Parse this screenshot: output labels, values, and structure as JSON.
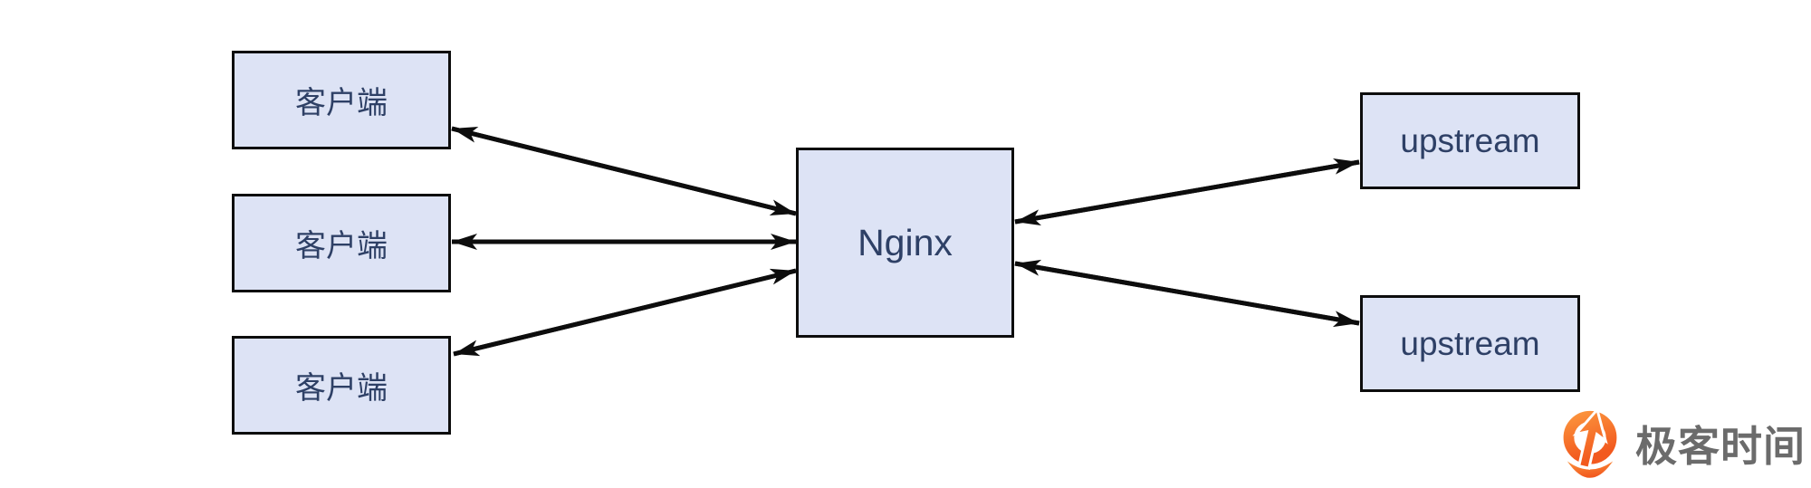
{
  "diagram": {
    "title_hint": "Nginx load balancing between clients and upstream servers",
    "nodes": {
      "client1": {
        "label": "客户端"
      },
      "client2": {
        "label": "客户端"
      },
      "client3": {
        "label": "客户端"
      },
      "nginx": {
        "label": "Nginx"
      },
      "upstream1": {
        "label": "upstream"
      },
      "upstream2": {
        "label": "upstream"
      }
    },
    "connections": [
      {
        "from": "client1",
        "to": "nginx",
        "bidirectional": true
      },
      {
        "from": "client2",
        "to": "nginx",
        "bidirectional": true
      },
      {
        "from": "client3",
        "to": "nginx",
        "bidirectional": true
      },
      {
        "from": "nginx",
        "to": "upstream1",
        "bidirectional": true
      },
      {
        "from": "nginx",
        "to": "upstream2",
        "bidirectional": true
      }
    ],
    "colors": {
      "node_fill": "#dde3f5",
      "node_border": "#0d0d0d",
      "node_text": "#2e4066",
      "arrow": "#0d0d0d",
      "background": "#ffffff"
    }
  },
  "branding": {
    "logo_text": "极客时间",
    "logo_icon": "geektime-pin-icon",
    "logo_orange": "#f7731f",
    "logo_text_color": "#6b6b6b"
  }
}
